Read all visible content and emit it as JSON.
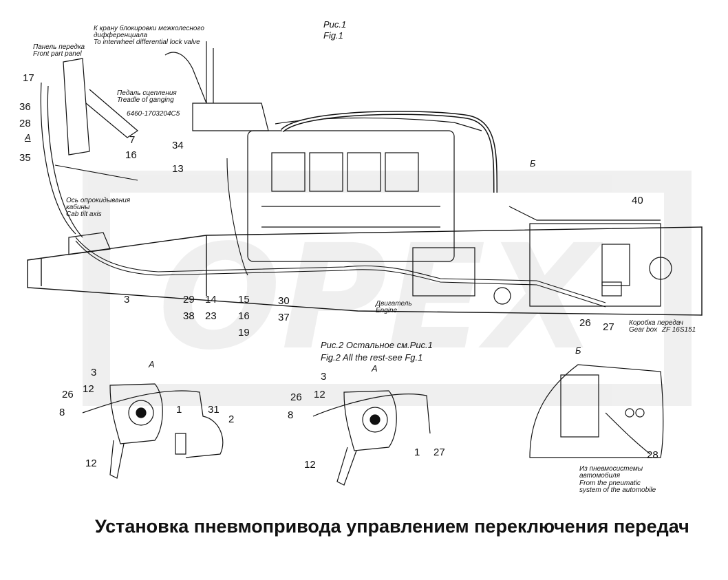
{
  "figure1": {
    "caption_ru": "Рис.1",
    "caption_en": "Fig.1"
  },
  "figure2": {
    "caption_ru": "Рис.2 Остальное см.Рис.1",
    "caption_en": "Fig.2 All the rest-see Fg.1"
  },
  "title": "Установка пневмопривода управлением переключения передач",
  "annotations": {
    "lock_valve_ru": "К крану блокировки межколесного",
    "lock_valve_ru2": "дифференциала",
    "lock_valve_en": "To interwheel differential lock valve",
    "front_panel_ru": "Панель передка",
    "front_panel_en": "Front part panel",
    "clutch_pedal_ru": "Педаль сцепления",
    "clutch_pedal_en": "Treadle of ganging",
    "part_number": "6460-1703204C5",
    "cab_tilt_ru": "Ось опрокидывания",
    "cab_tilt_ru2": "кабины",
    "cab_tilt_en": "Cab tilt axis",
    "engine_ru": "Двигатель",
    "engine_en": "Engine",
    "gearbox_ru": "Коробка передач",
    "gearbox_en": "Gear box",
    "gearbox_model": "ZF 16S151",
    "pneumatic_ru": "Из пневмосистемы",
    "pneumatic_ru2": "автомобиля",
    "pneumatic_en": "From the pneumatic",
    "pneumatic_en2": "system of the automobile"
  },
  "view_labels": {
    "a": "А",
    "b": "Б"
  },
  "callouts_fig1": [
    "17",
    "36",
    "28",
    "35",
    "7",
    "16",
    "34",
    "13",
    "3",
    "29",
    "38",
    "14",
    "23",
    "15",
    "16",
    "19",
    "30",
    "37",
    "26",
    "27",
    "40"
  ],
  "callouts_view_a1": [
    "3",
    "12",
    "26",
    "8",
    "12",
    "1",
    "31",
    "2"
  ],
  "callouts_view_a2": [
    "3",
    "12",
    "26",
    "8",
    "12",
    "1",
    "27"
  ],
  "callouts_view_b": [
    "28"
  ],
  "watermark": "OPEX"
}
